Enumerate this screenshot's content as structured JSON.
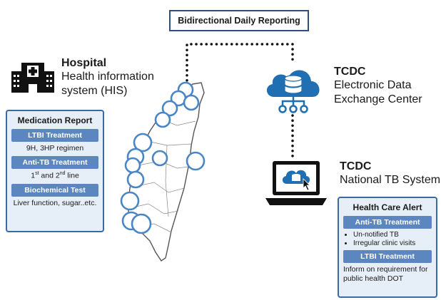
{
  "header": {
    "label": "Bidirectional Daily Reporting"
  },
  "hospital": {
    "title": "Hospital",
    "line1": "Health information",
    "line2": "system (HIS)"
  },
  "exchange": {
    "title": "TCDC",
    "line1": "Electronic Data",
    "line2": "Exchange Center"
  },
  "tbsystem": {
    "title": "TCDC",
    "line1": "National TB System"
  },
  "medication_report": {
    "title": "Medication Report",
    "items": [
      {
        "label": "LTBI Treatment",
        "detail": "9H, 3HP regimen"
      },
      {
        "label": "Anti-TB Treatment",
        "detail_prefix": "1",
        "sup1": "st",
        "detail_mid": " and 2",
        "sup2": "nd",
        "detail_suffix": " line"
      },
      {
        "label": "Biochemical Test",
        "detail": "Liver function, sugar..etc."
      }
    ]
  },
  "health_care_alert": {
    "title": "Health Care Alert",
    "anti_tb": {
      "label": "Anti-TB Treatment",
      "bullets": [
        "Un-notified TB",
        "Irregular clinic visits"
      ]
    },
    "ltbi": {
      "label": "LTBI Treatment",
      "note": "Inform on requirement for public health DOT"
    }
  },
  "colors": {
    "accent": "#5b86bf",
    "border": "#3a6aa0",
    "card_bg": "#e6eef7",
    "cloud": "#1f6fb2",
    "dots": "#111111"
  },
  "icons": [
    "hospital-icon",
    "cloud-database-icon",
    "laptop-icon",
    "taiwan-map"
  ]
}
